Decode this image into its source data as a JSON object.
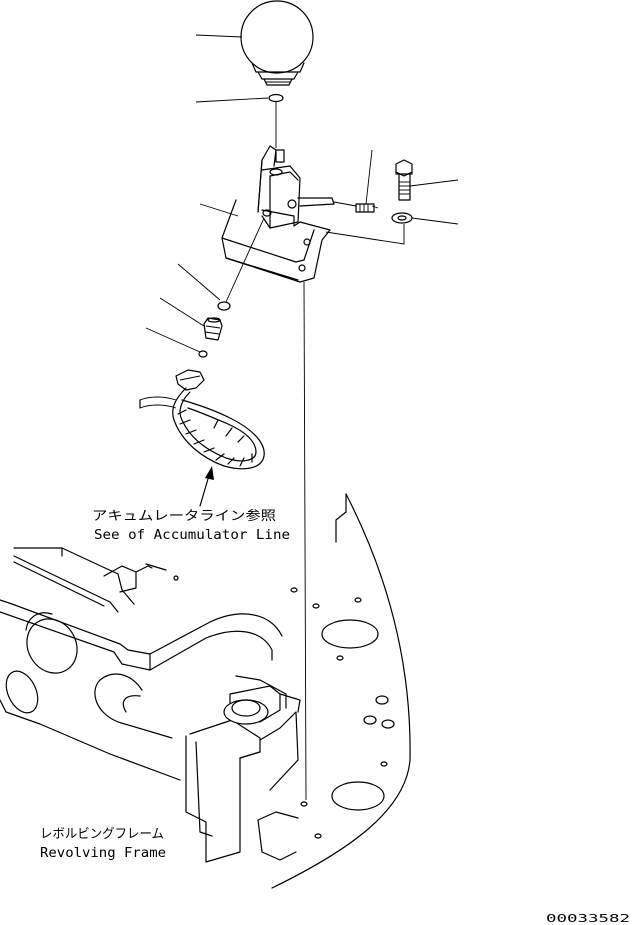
{
  "labels": {
    "accumulator_jp": "アキュムレータライン参照",
    "accumulator_en": "See of Accumulator Line",
    "frame_jp": "レボルビングフレーム",
    "frame_en": "Revolving Frame",
    "drawing_number": "00033582"
  }
}
